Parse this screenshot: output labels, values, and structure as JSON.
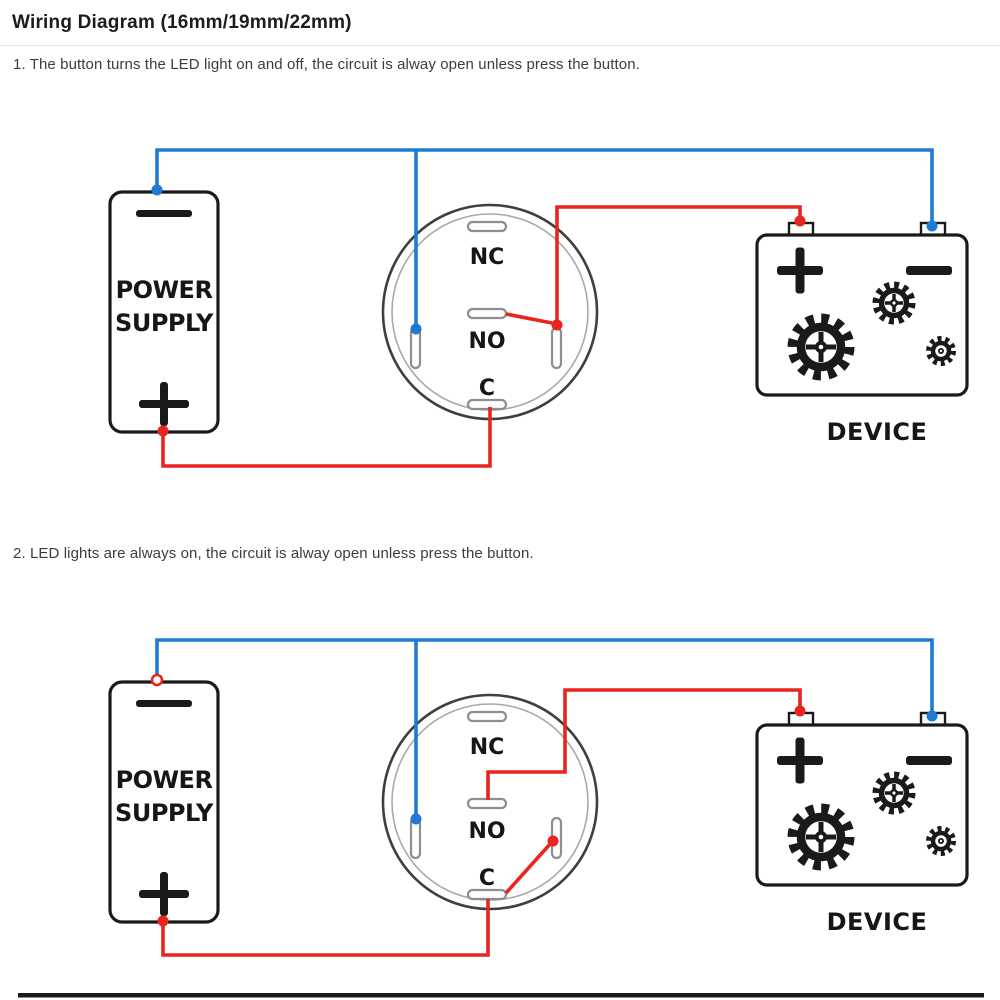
{
  "page": {
    "title": "Wiring Diagram (16mm/19mm/22mm)",
    "captions": {
      "one": "1. The button turns the LED light on and off, the circuit is alway open unless press the button.",
      "two": "2. LED lights are always on, the circuit is alway open unless press the button."
    }
  },
  "diagram": {
    "power_supply": {
      "line1": "POWER",
      "line2": "SUPPLY",
      "top_polarity": "minus",
      "bottom_polarity": "plus"
    },
    "switch": {
      "nc": "NC",
      "no": "NO",
      "c": "C"
    },
    "device": {
      "label": "DEVICE",
      "left_polarity": "plus",
      "right_polarity": "minus"
    }
  },
  "colors": {
    "wire_live": "#e8251f",
    "wire_neutral": "#1e7ad2",
    "ink": "#1a1a1a"
  }
}
